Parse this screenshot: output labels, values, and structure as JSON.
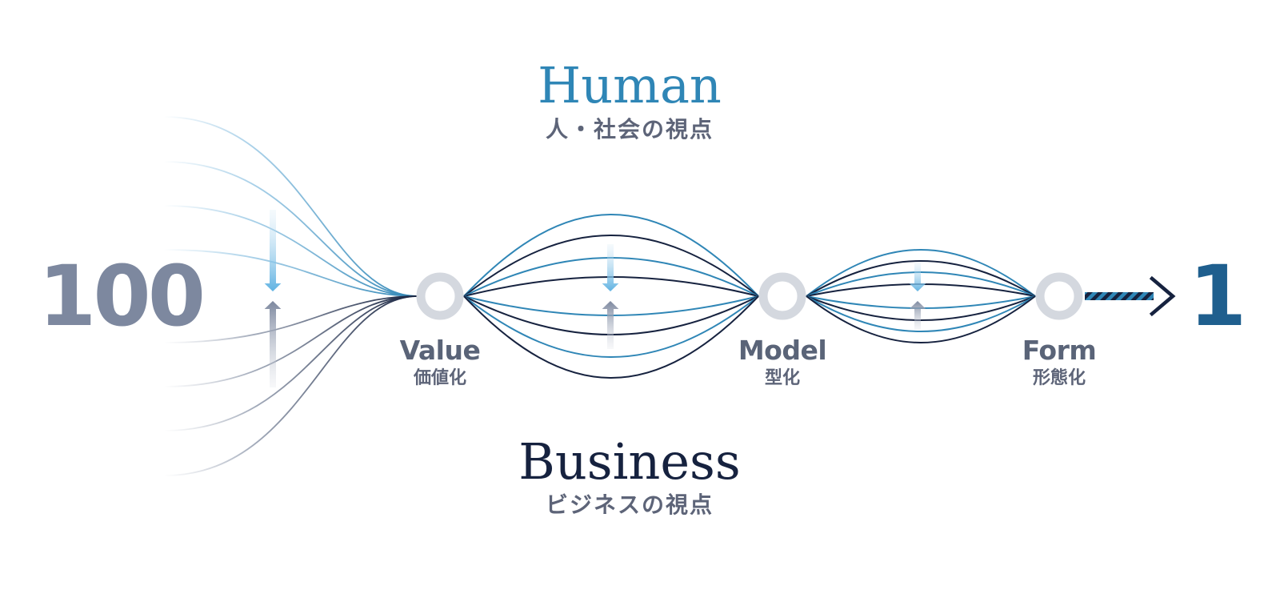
{
  "diagram": {
    "start_value": "100",
    "end_value": "1",
    "top_perspective": {
      "title": "Human",
      "subtitle": "人・社会の視点"
    },
    "bottom_perspective": {
      "title": "Business",
      "subtitle": "ビジネスの視点"
    },
    "stages": [
      {
        "name": "Value",
        "label": "価値化"
      },
      {
        "name": "Model",
        "label": "型化"
      },
      {
        "name": "Form",
        "label": "形態化"
      }
    ]
  },
  "colors": {
    "human": "#2f86b6",
    "business": "#16223f",
    "node_ring": "#d4d8df",
    "start_number": "#7d889f",
    "end_number": "#1f5f8e",
    "light_blue": "#9fcbe6",
    "gray": "#b5bcc9"
  }
}
